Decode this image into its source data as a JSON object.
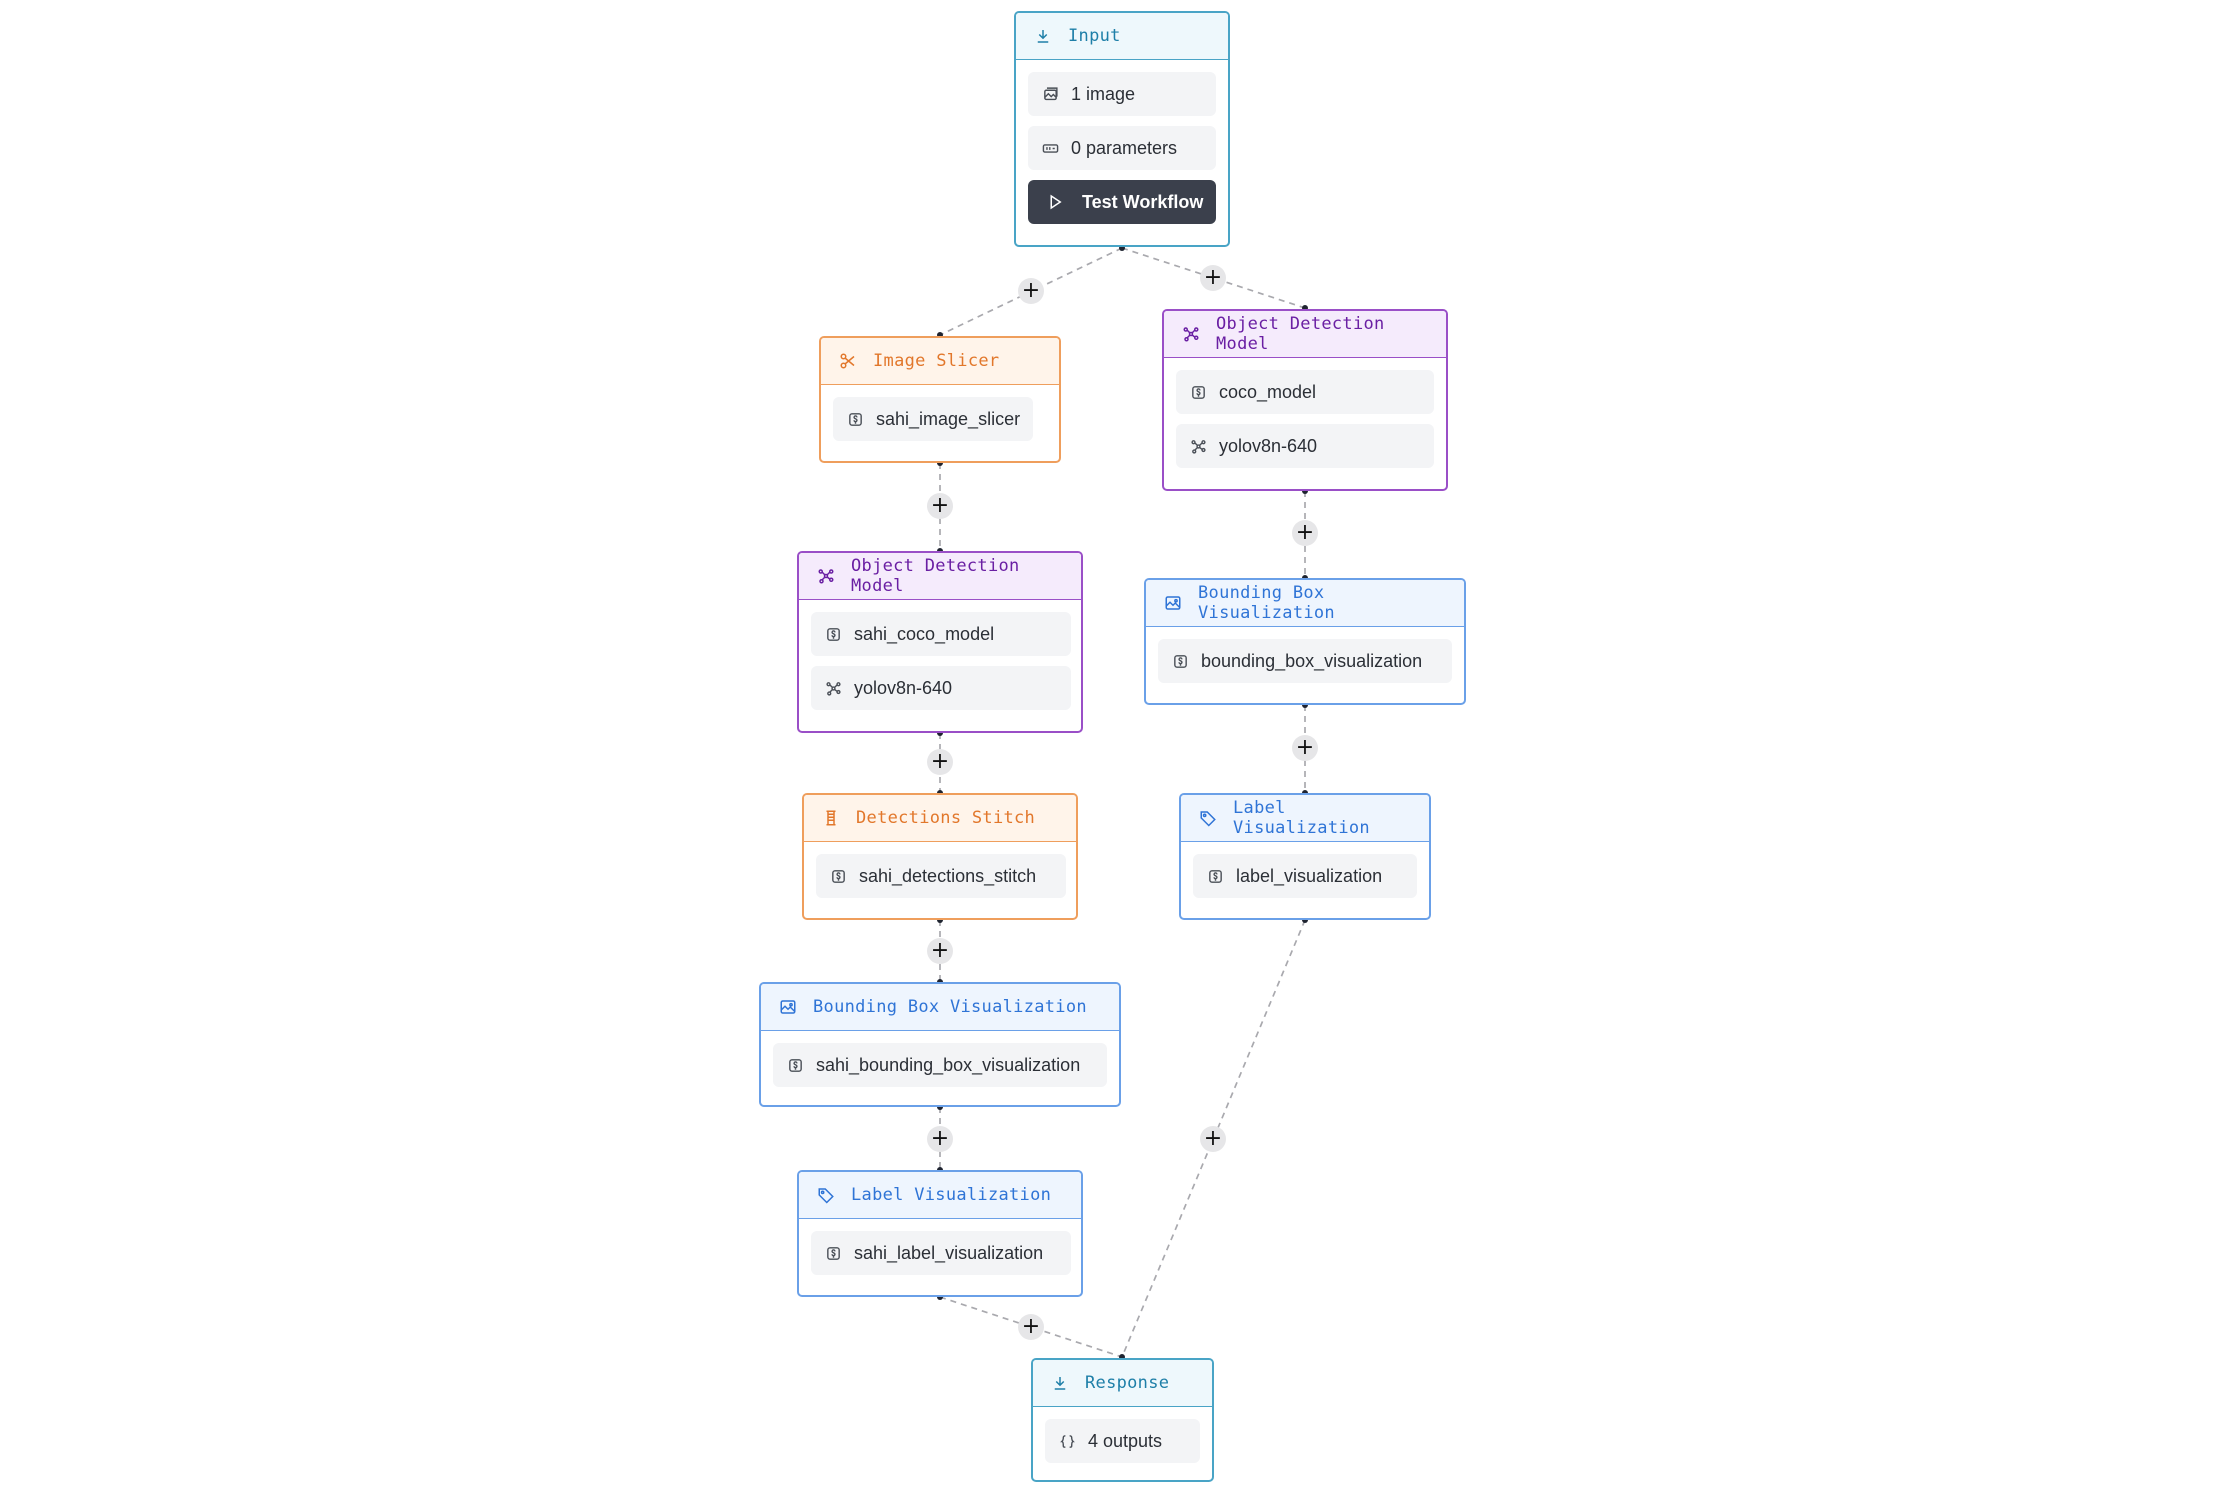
{
  "colors": {
    "teal": "#49a4c6",
    "orange": "#ef9e5c",
    "purple": "#9a4fc7",
    "blue": "#6aa0e8",
    "button": "#3b404c"
  },
  "input": {
    "title": "Input",
    "icon": "download-icon",
    "images": "1 image",
    "parameters": "0 parameters",
    "test_button": "Test Workflow"
  },
  "image_slicer": {
    "title": "Image Slicer",
    "icon": "scissors-icon",
    "name": "sahi_image_slicer"
  },
  "od_left": {
    "title": "Object Detection Model",
    "icon": "model-icon",
    "name": "sahi_coco_model",
    "model": "yolov8n-640"
  },
  "stitch": {
    "title": "Detections Stitch",
    "icon": "stitch-icon",
    "name": "sahi_detections_stitch"
  },
  "bbox_left": {
    "title": "Bounding Box Visualization",
    "icon": "image-icon",
    "name": "sahi_bounding_box_visualization"
  },
  "label_left": {
    "title": "Label Visualization",
    "icon": "tag-icon",
    "name": "sahi_label_visualization"
  },
  "od_right": {
    "title": "Object Detection Model",
    "icon": "model-icon",
    "name": "coco_model",
    "model": "yolov8n-640"
  },
  "bbox_right": {
    "title": "Bounding Box Visualization",
    "icon": "image-icon",
    "name": "bounding_box_visualization"
  },
  "label_right": {
    "title": "Label Visualization",
    "icon": "tag-icon",
    "name": "label_visualization"
  },
  "response": {
    "title": "Response",
    "icon": "response-icon",
    "outputs": "4 outputs"
  },
  "add_step_symbol": "+"
}
